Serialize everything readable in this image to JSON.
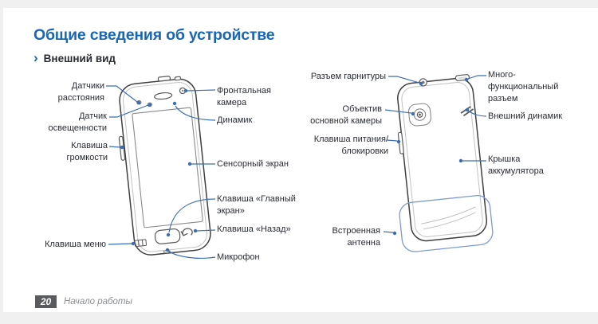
{
  "page": {
    "title": "Общие сведения об устройстве",
    "section": {
      "chevron": "›",
      "label": "Внешний вид"
    },
    "footer": {
      "page_number": "20",
      "chapter": "Начало работы"
    }
  },
  "colors": {
    "accent_blue": "#1866b4",
    "callout_blue": "#3a6db4",
    "text_dark": "#272b33",
    "footer_box": "#5a5b5e",
    "footer_text": "#8d8f92",
    "page_edge": "#f0f0f1"
  },
  "diagram": {
    "front": {
      "labels": {
        "proximity_sensors": "Датчики\nрасстояния",
        "light_sensor": "Датчик\nосвещенности",
        "volume_key": "Клавиша\nгромкости",
        "menu_key": "Клавиша меню",
        "front_camera": "Фронтальная\nкамера",
        "earpiece": "Динамик",
        "touchscreen": "Сенсорный экран",
        "home_key": "Клавиша «Главный\nэкран»",
        "back_key": "Клавиша «Назад»",
        "microphone": "Микрофон"
      }
    },
    "back": {
      "labels": {
        "headset_jack": "Разъем гарнитуры",
        "camera_lens": "Объектив\nосновной камеры",
        "power_key": "Клавиша питания/\nблокировки",
        "antenna": "Встроенная\nантенна",
        "multifunction_jack": "Много-\nфункциональный\nразъем",
        "external_speaker": "Внешний динамик",
        "battery_cover": "Крышка\nаккумулятора"
      }
    }
  }
}
